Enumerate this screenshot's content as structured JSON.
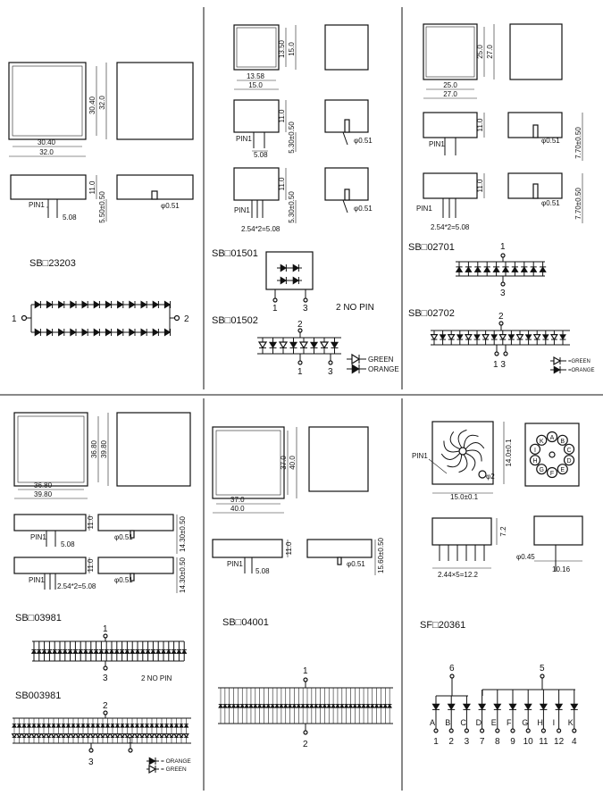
{
  "panels": {
    "sb23203": {
      "dims": {
        "w_inner": "30.40",
        "w_outer": "32.0",
        "h_inner": "30.40",
        "h_outer": "32.0",
        "side_h": "11.0",
        "pin_len": "5.50±0.50",
        "pin_pitch": "5.08",
        "pin_dia": "φ0.51"
      },
      "pin_label": "PIN1",
      "part": "SB□23203",
      "node1": "1",
      "node2": "2"
    },
    "sb015": {
      "dims": {
        "w_inner": "13.58",
        "w_outer": "15.0",
        "h_inner": "13.50",
        "h_outer": "15.0",
        "side_h": "11.0",
        "pin_len": "5.30±0.50",
        "pin_pitch": "5.08",
        "pin_dia": "φ0.51",
        "pin_len2": "5.30±0.50",
        "pitch2": "2.54*2=5.08",
        "pin_dia2": "φ0.51",
        "side_h2": "11.0"
      },
      "pin_label": "PIN1",
      "pin_label2": "PIN1",
      "part1": "SB□01501",
      "p1a": "1",
      "p1b": "3",
      "nopin": "2 NO PIN",
      "part2": "SB□01502",
      "p2top": "2",
      "p2a": "1",
      "p2b": "3",
      "legend_green": "GREEN",
      "legend_orange": "ORANGE"
    },
    "sb027": {
      "dims": {
        "w_inner": "25.0",
        "w_outer": "27.0",
        "h_inner": "25.0",
        "h_outer": "27.0",
        "side_h": "11.0",
        "pin_len": "7.70±0.50",
        "pin_dia": "φ0.51",
        "side_h2": "11.0",
        "pitch2": "2.54*2=5.08",
        "pin_len2": "7.70±0.50",
        "pin_dia2": "φ0.51"
      },
      "pin_label": "PIN1",
      "pin_label2": "PIN1",
      "part1": "SB□02701",
      "p1top": "1",
      "p1bot": "3",
      "part2": "SB□02702",
      "p2top": "2",
      "p2bot": "1 3",
      "legend_green": "=GREEN",
      "legend_orange": "=ORANGE"
    },
    "sb03981": {
      "dims": {
        "w_inner": "36.80",
        "w_outer": "39.80",
        "h_inner": "36.80",
        "h_outer": "39.80",
        "side_h": "11.0",
        "pin_len": "14.30±0.50",
        "pitch": "5.08",
        "pin_dia": "φ0.51",
        "side_h2": "11.0",
        "pitch2": "2.54*2=5.08",
        "pin_len2": "14.30±0.50",
        "pin_dia2": "φ0.51"
      },
      "pin_label": "PIN1",
      "pin_label2": "PIN1",
      "part1": "SB□03981",
      "p1top": "1",
      "p1bot": "3",
      "nopin": "2 NO PIN",
      "part2": "SB003981",
      "p2top": "2",
      "p2a": "3",
      "p2b": "1",
      "legend_orange": "= ORANGE",
      "legend_green": "= GREEN"
    },
    "sb04001": {
      "dims": {
        "w_inner": "37.0",
        "w_outer": "40.0",
        "h_inner": "37.0",
        "h_outer": "40.0",
        "side_h": "11.0",
        "pitch": "5.08",
        "pin_dia": "φ0.51",
        "pin_len": "15.60±0.50"
      },
      "pin_label": "PIN1",
      "part": "SB□04001",
      "p_top": "1",
      "p_bot": "2"
    },
    "sf20361": {
      "dims": {
        "w": "15.0±0.1",
        "h": "14.0±0.1",
        "hole": "φ2",
        "side_h": "7.2",
        "pitch": "2.44×5=12.2",
        "pin_dia": "φ0.45",
        "side_w": "10.16"
      },
      "pin_label": "PIN1",
      "part": "SF□20361",
      "seg_letters": [
        "A",
        "B",
        "C",
        "D",
        "E",
        "F",
        "G",
        "H",
        "I",
        "K"
      ],
      "seg_pins": [
        "1",
        "2",
        "3",
        "7",
        "8",
        "9",
        "10",
        "11",
        "12",
        "4"
      ],
      "common1": "6",
      "common2": "5",
      "dial_letters": [
        "A",
        "B",
        "C",
        "D",
        "E",
        "F",
        "G",
        "H",
        "I",
        "K"
      ]
    }
  }
}
